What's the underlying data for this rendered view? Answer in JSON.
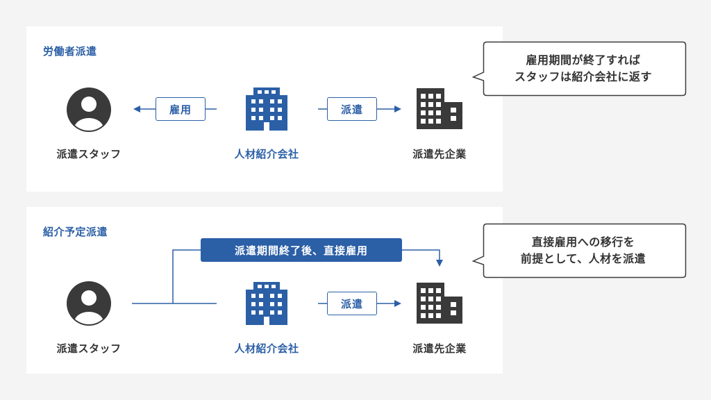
{
  "colors": {
    "accent": "#2b5fa6",
    "dark": "#333333",
    "background": "#f4f4f4",
    "panel": "#ffffff"
  },
  "dispatch": {
    "title": "労働者派遣",
    "staff_label": "派遣スタッフ",
    "agency_label": "人材紹介会社",
    "company_label": "派遣先企業",
    "left_tag": "雇用",
    "right_tag": "派遣",
    "callout_line1": "雇用期間が終了すれば",
    "callout_line2": "スタッフは紹介会社に返す"
  },
  "temp_to_perm": {
    "title": "紹介予定派遣",
    "staff_label": "派遣スタッフ",
    "agency_label": "人材紹介会社",
    "company_label": "派遣先企業",
    "right_tag": "派遣",
    "banner": "派遣期間終了後、直接雇用",
    "callout_line1": "直接雇用への移行を",
    "callout_line2": "前提として、人材を派遣"
  },
  "icons": [
    "person-icon",
    "office-building-icon",
    "company-building-icon"
  ]
}
